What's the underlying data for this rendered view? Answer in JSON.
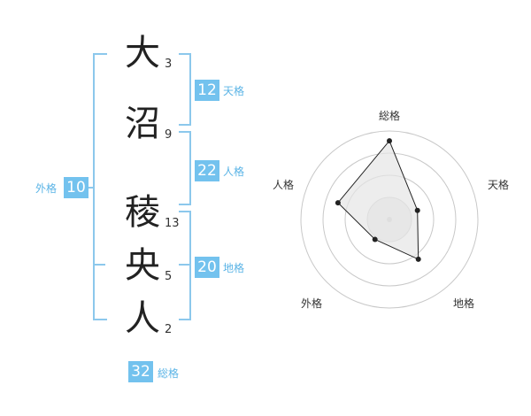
{
  "name_chars": [
    {
      "char": "大",
      "strokes": "3"
    },
    {
      "char": "沼",
      "strokes": "9"
    },
    {
      "char": "稜",
      "strokes": "13"
    },
    {
      "char": "央",
      "strokes": "5"
    },
    {
      "char": "人",
      "strokes": "2"
    }
  ],
  "kaku": {
    "tenkaku": {
      "value": "12",
      "label": "天格"
    },
    "jinkaku": {
      "value": "22",
      "label": "人格"
    },
    "chikaku": {
      "value": "20",
      "label": "地格"
    },
    "gaikaku": {
      "value": "10",
      "label": "外格"
    },
    "soukaku": {
      "value": "32",
      "label": "総格"
    }
  },
  "colors": {
    "bracket": "#8cc8ec",
    "box": "#73c2ee",
    "label": "#5bb4e6"
  },
  "chart_data": {
    "type": "radar",
    "axes": [
      "総格",
      "天格",
      "地格",
      "外格",
      "人格"
    ],
    "values": [
      32,
      12,
      20,
      10,
      22
    ],
    "rings": 4,
    "scale_max": 36
  }
}
